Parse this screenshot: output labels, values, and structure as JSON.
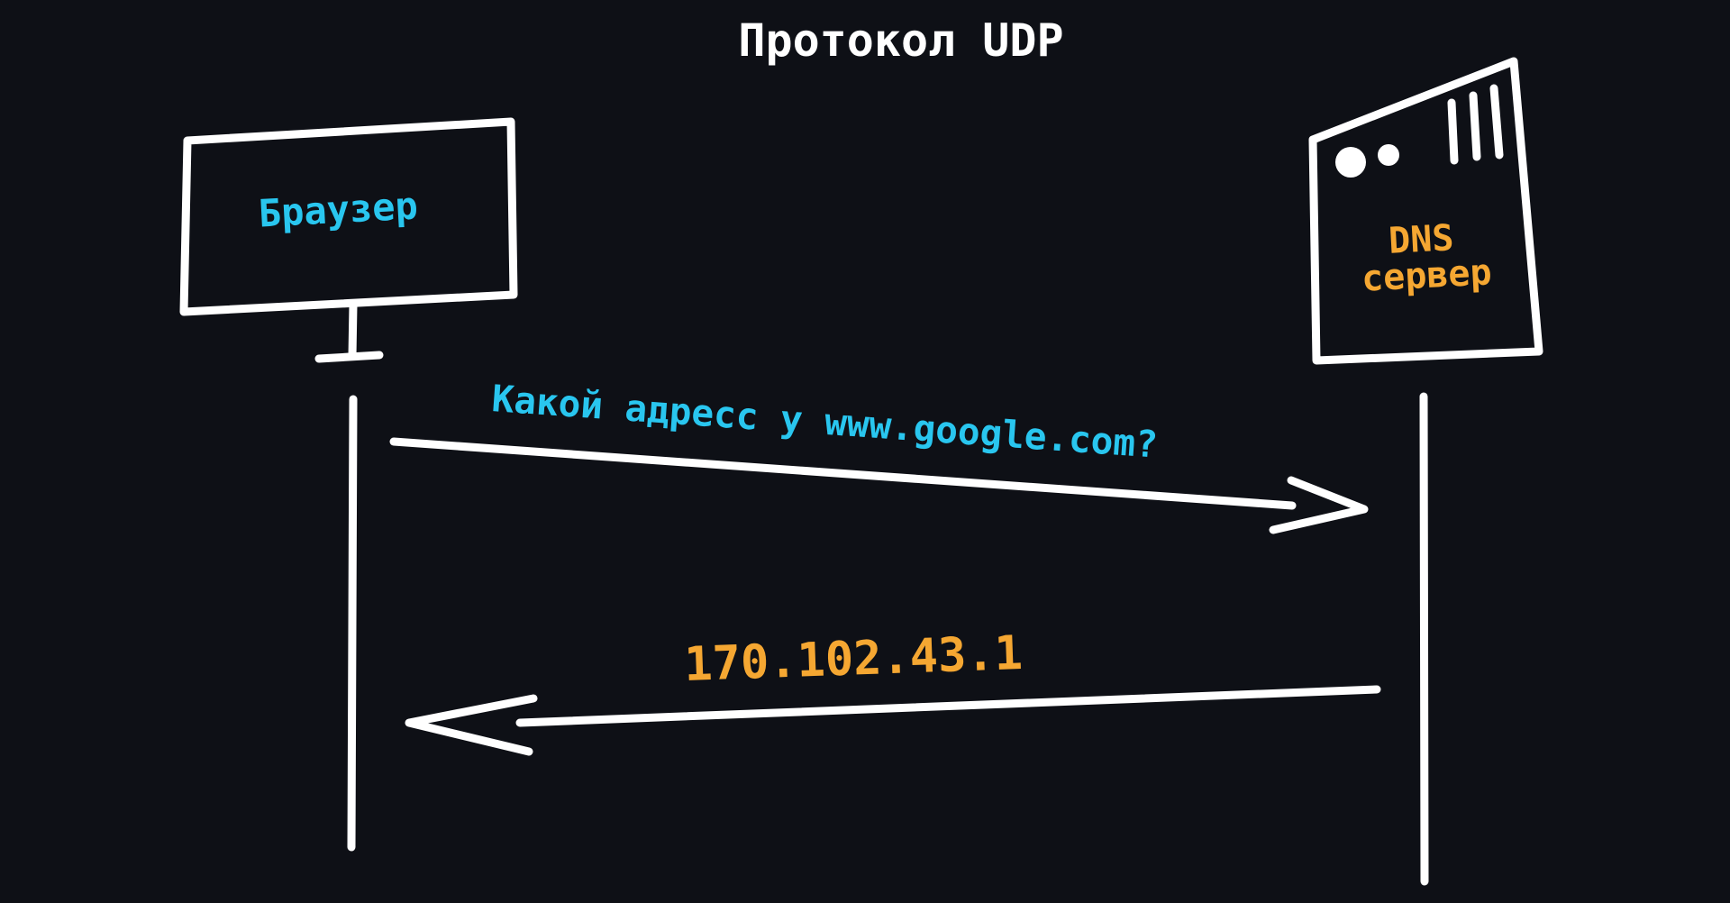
{
  "title": "Протокол UDP",
  "client": {
    "label": "Браузер",
    "icon": "monitor-icon"
  },
  "server": {
    "label_line1": "DNS",
    "label_line2": "сервер",
    "icon": "server-icon"
  },
  "request": {
    "text": "Какой адресс у www.google.com?"
  },
  "response": {
    "text": "170.102.43.1"
  },
  "colors": {
    "background": "#0e1016",
    "lines": "#ffffff",
    "client_text": "#29c6ef",
    "server_text": "#f5a732"
  }
}
